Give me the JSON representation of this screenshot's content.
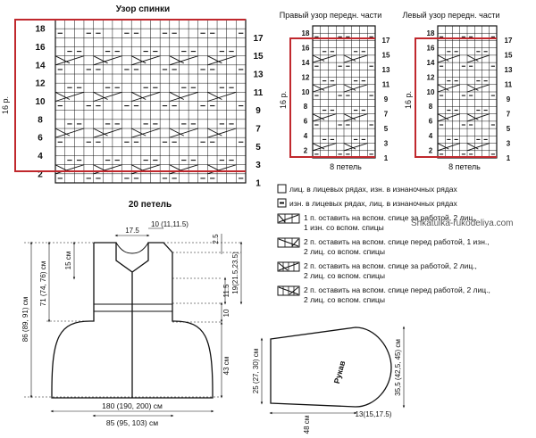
{
  "charts": {
    "back": {
      "title": "Узор спинки",
      "left_rows": [
        "18",
        "16",
        "14",
        "12",
        "10",
        "8",
        "6",
        "4",
        "2"
      ],
      "right_rows": [
        "17",
        "15",
        "13",
        "11",
        "9",
        "7",
        "5",
        "3",
        "1"
      ],
      "rows_label": "16 р.",
      "stitch_label": "20 петель",
      "cols": 20,
      "rows": 18
    },
    "right_front": {
      "title": "Правый узор передн. части",
      "left_rows": [
        "18",
        "16",
        "14",
        "12",
        "10",
        "8",
        "6",
        "4",
        "2"
      ],
      "right_rows": [
        "17",
        "15",
        "13",
        "11",
        "9",
        "7",
        "5",
        "3",
        "1"
      ],
      "rows_label": "16 р.",
      "stitch_label": "8 петель",
      "cols": 8,
      "rows": 18
    },
    "left_front": {
      "title": "Левый узор передн. части",
      "left_rows": [
        "18",
        "16",
        "14",
        "12",
        "10",
        "8",
        "6",
        "4",
        "2"
      ],
      "right_rows": [
        "17",
        "15",
        "13",
        "11",
        "9",
        "7",
        "5",
        "3",
        "1"
      ],
      "rows_label": "16 р.",
      "stitch_label": "8 петель",
      "cols": 8,
      "rows": 18
    }
  },
  "legend": [
    {
      "icon": "empty-cell-icon",
      "line1": "лиц. в лицевых рядах, изн. в изнаночных рядах",
      "line2": ""
    },
    {
      "icon": "dash-cell-icon",
      "line1": "изн. в лицевых рядах, лиц. в изнаночных рядах",
      "line2": ""
    },
    {
      "icon": "cross-right-icon",
      "line1": "1 п. оставить на вспом. спице за работой, 2 лиц.,",
      "line2": "1 изн. со вспом. спицы"
    },
    {
      "icon": "cross-left-icon",
      "line1": "2 п. оставить на вспом. спице перед работой, 1 изн.,",
      "line2": "2 лиц. со вспом. спицы"
    },
    {
      "icon": "cable-back-icon",
      "line1": "2 п. оставить на вспом. спице за работой, 2 лиц.,",
      "line2": "2 лиц. со вспом. спицы"
    },
    {
      "icon": "cable-front-icon",
      "line1": "2 п. оставить на вспом. спице перед работой, 2 лиц.,",
      "line2": "2 лиц. со вспом. спицы"
    }
  ],
  "watermark": "Shkatulka-rukodeliya.com",
  "garment": {
    "top_width": "17.5",
    "neck_width": "10 (11,11.5)",
    "shoulder_drop": "2.5",
    "yoke_height": "15 см",
    "armhole_height": "19(21.5,23.5)",
    "front_height": "11.5",
    "mid_height": "10",
    "total_height": "86 (89, 91) см",
    "body_height": "71 (74, 76) см",
    "skirt_height": "43 см",
    "hem_width": "180 (190, 200) см",
    "waist_width": "85 (95, 103) см"
  },
  "sleeve": {
    "label": "Рукав",
    "cuff_height": "25 (27, 30) см",
    "top_height": "35,5 (42,5, 45) см",
    "length": "48 см",
    "cuff_width": "13(15,17.5)"
  }
}
